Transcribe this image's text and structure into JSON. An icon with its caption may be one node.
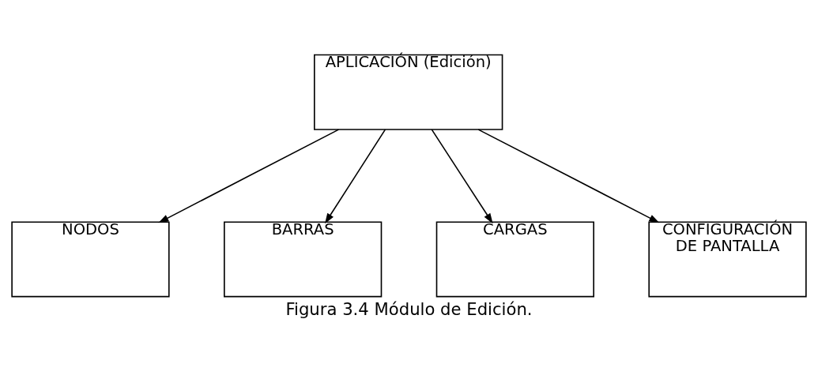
{
  "diagram": {
    "caption": "Figura 3.4 Módulo de Edición.",
    "nodes": [
      {
        "text": [
          "APLICACIÓN (Edición)"
        ]
      },
      {
        "text": [
          "NODOS"
        ]
      },
      {
        "text": [
          "BARRAS"
        ]
      },
      {
        "text": [
          "CARGAS"
        ]
      },
      {
        "text": [
          "CONFIGURACIÓN DE PANTALLA"
        ]
      }
    ],
    "edges": [
      {
        "from": 0,
        "to": 1,
        "arrow": "to"
      },
      {
        "from": 0,
        "to": 2,
        "arrow": "to"
      },
      {
        "from": 0,
        "to": 3,
        "arrow": "to"
      },
      {
        "from": 0,
        "to": 4,
        "arrow": "to"
      }
    ]
  }
}
